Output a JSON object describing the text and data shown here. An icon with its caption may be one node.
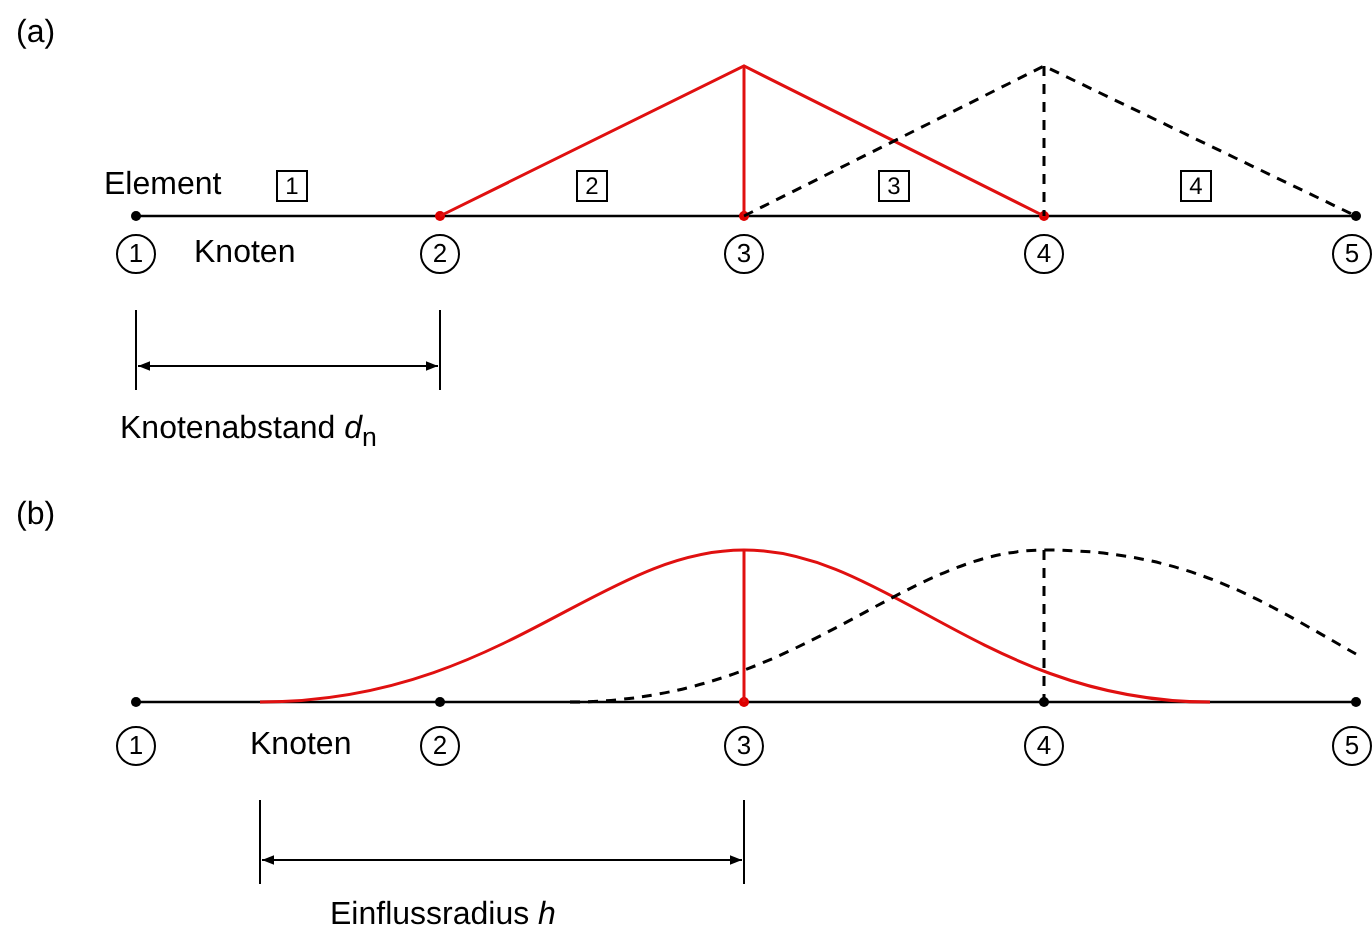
{
  "diagram": {
    "nodes": [
      {
        "text": [
          "1"
        ]
      },
      {
        "text": [
          "2"
        ]
      },
      {
        "text": [
          "3"
        ]
      },
      {
        "text": [
          "4"
        ]
      },
      {
        "text": [
          "1"
        ]
      },
      {
        "text": [
          "2"
        ]
      },
      {
        "text": [
          "3"
        ]
      },
      {
        "text": [
          "4"
        ]
      },
      {
        "text": [
          "5"
        ]
      },
      {
        "text": [
          "1"
        ]
      },
      {
        "text": [
          "2"
        ]
      },
      {
        "text": [
          "3"
        ]
      },
      {
        "text": [
          "4"
        ]
      },
      {
        "text": [
          "5"
        ]
      }
    ],
    "edges": [],
    "labels": [
      "(a)",
      "Element",
      "Knoten",
      "Knotenabstand *d*$_{n}$",
      "(b)",
      "Knoten",
      "Einflussradius *h*"
    ]
  }
}
